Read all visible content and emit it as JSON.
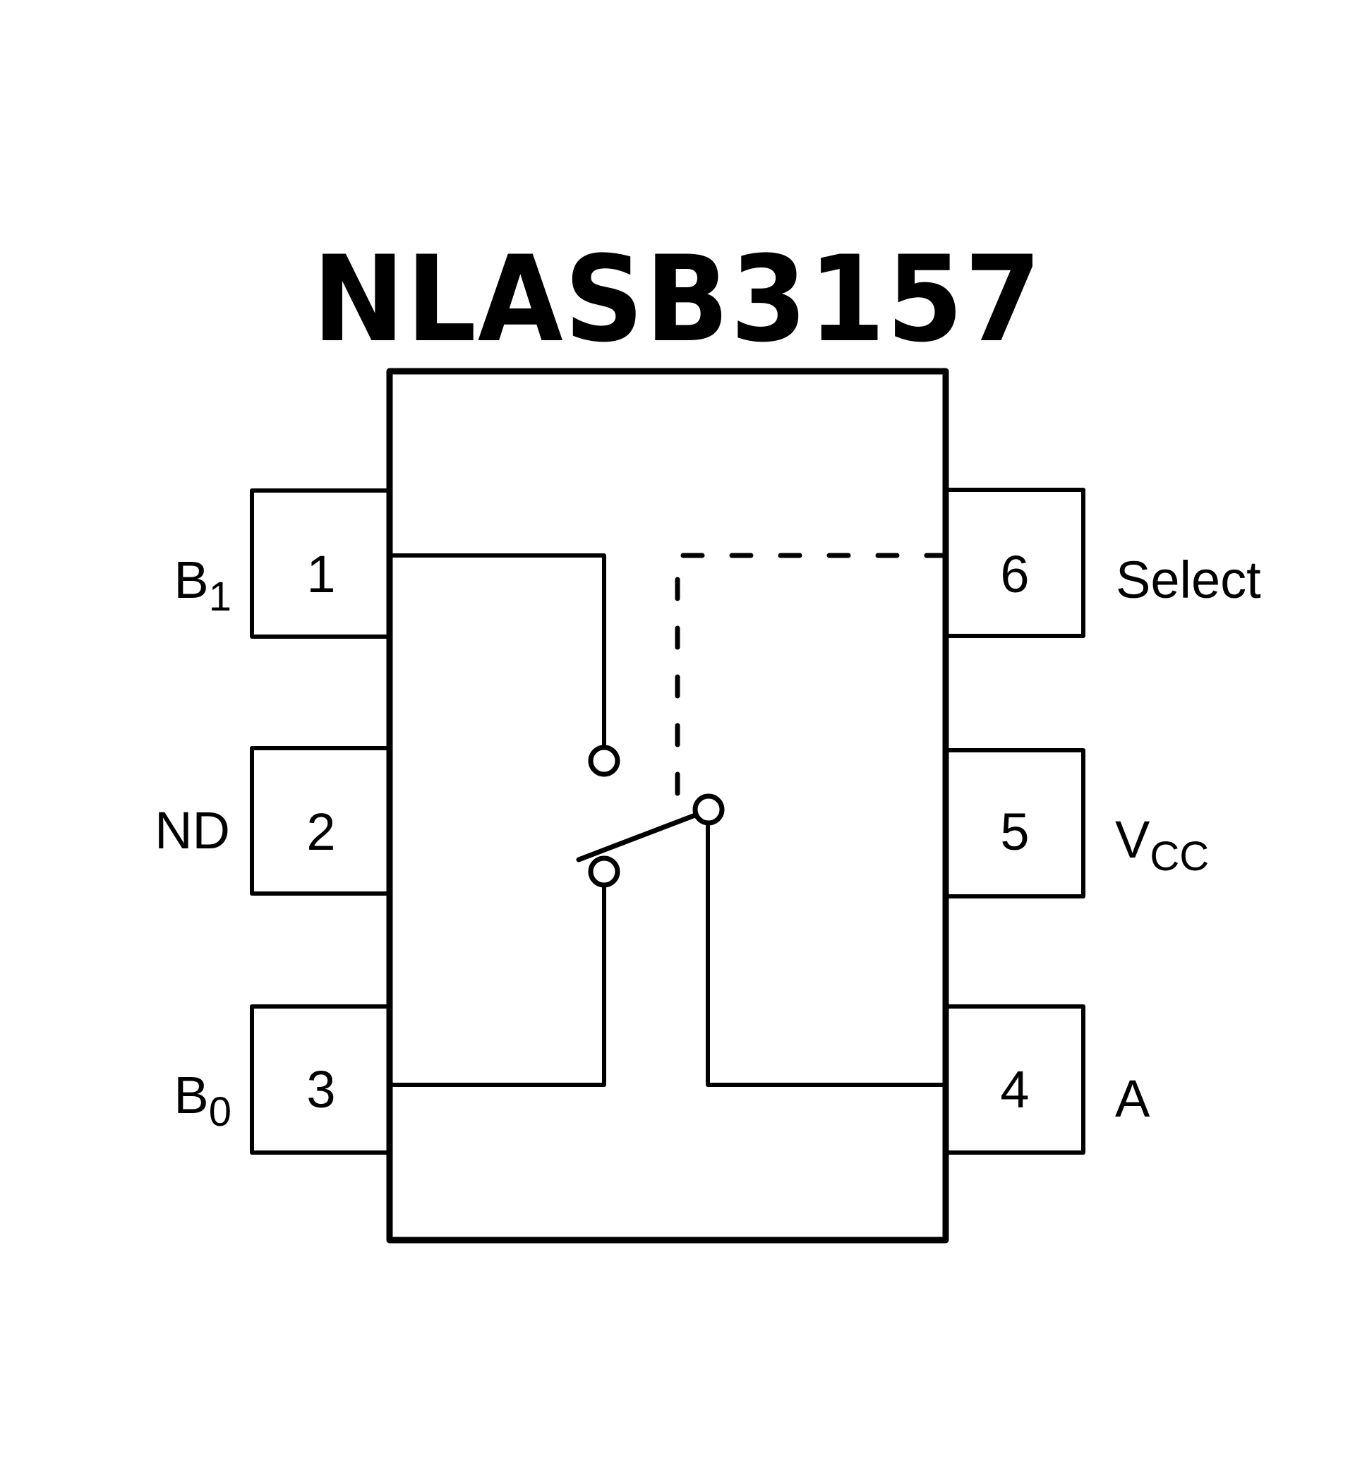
{
  "title": "NLASB3157",
  "colors": {
    "stroke": "#000000",
    "background": "#ffffff"
  },
  "pins": [
    {
      "number": "1",
      "name": "B",
      "sub": "1",
      "side": "left"
    },
    {
      "number": "2",
      "name": "ND",
      "sub": "",
      "side": "left"
    },
    {
      "number": "3",
      "name": "B",
      "sub": "0",
      "side": "left"
    },
    {
      "number": "4",
      "name": "A",
      "sub": "",
      "side": "right"
    },
    {
      "number": "5",
      "name": "V",
      "sub": "CC",
      "side": "right"
    },
    {
      "number": "6",
      "name": "Select",
      "sub": "",
      "side": "right"
    }
  ],
  "internal": {
    "switch": "SPDT analog switch",
    "common_pin": "A",
    "throw_pins": [
      "B1",
      "B0"
    ],
    "control_pin": "Select",
    "control_link": "dashed"
  }
}
